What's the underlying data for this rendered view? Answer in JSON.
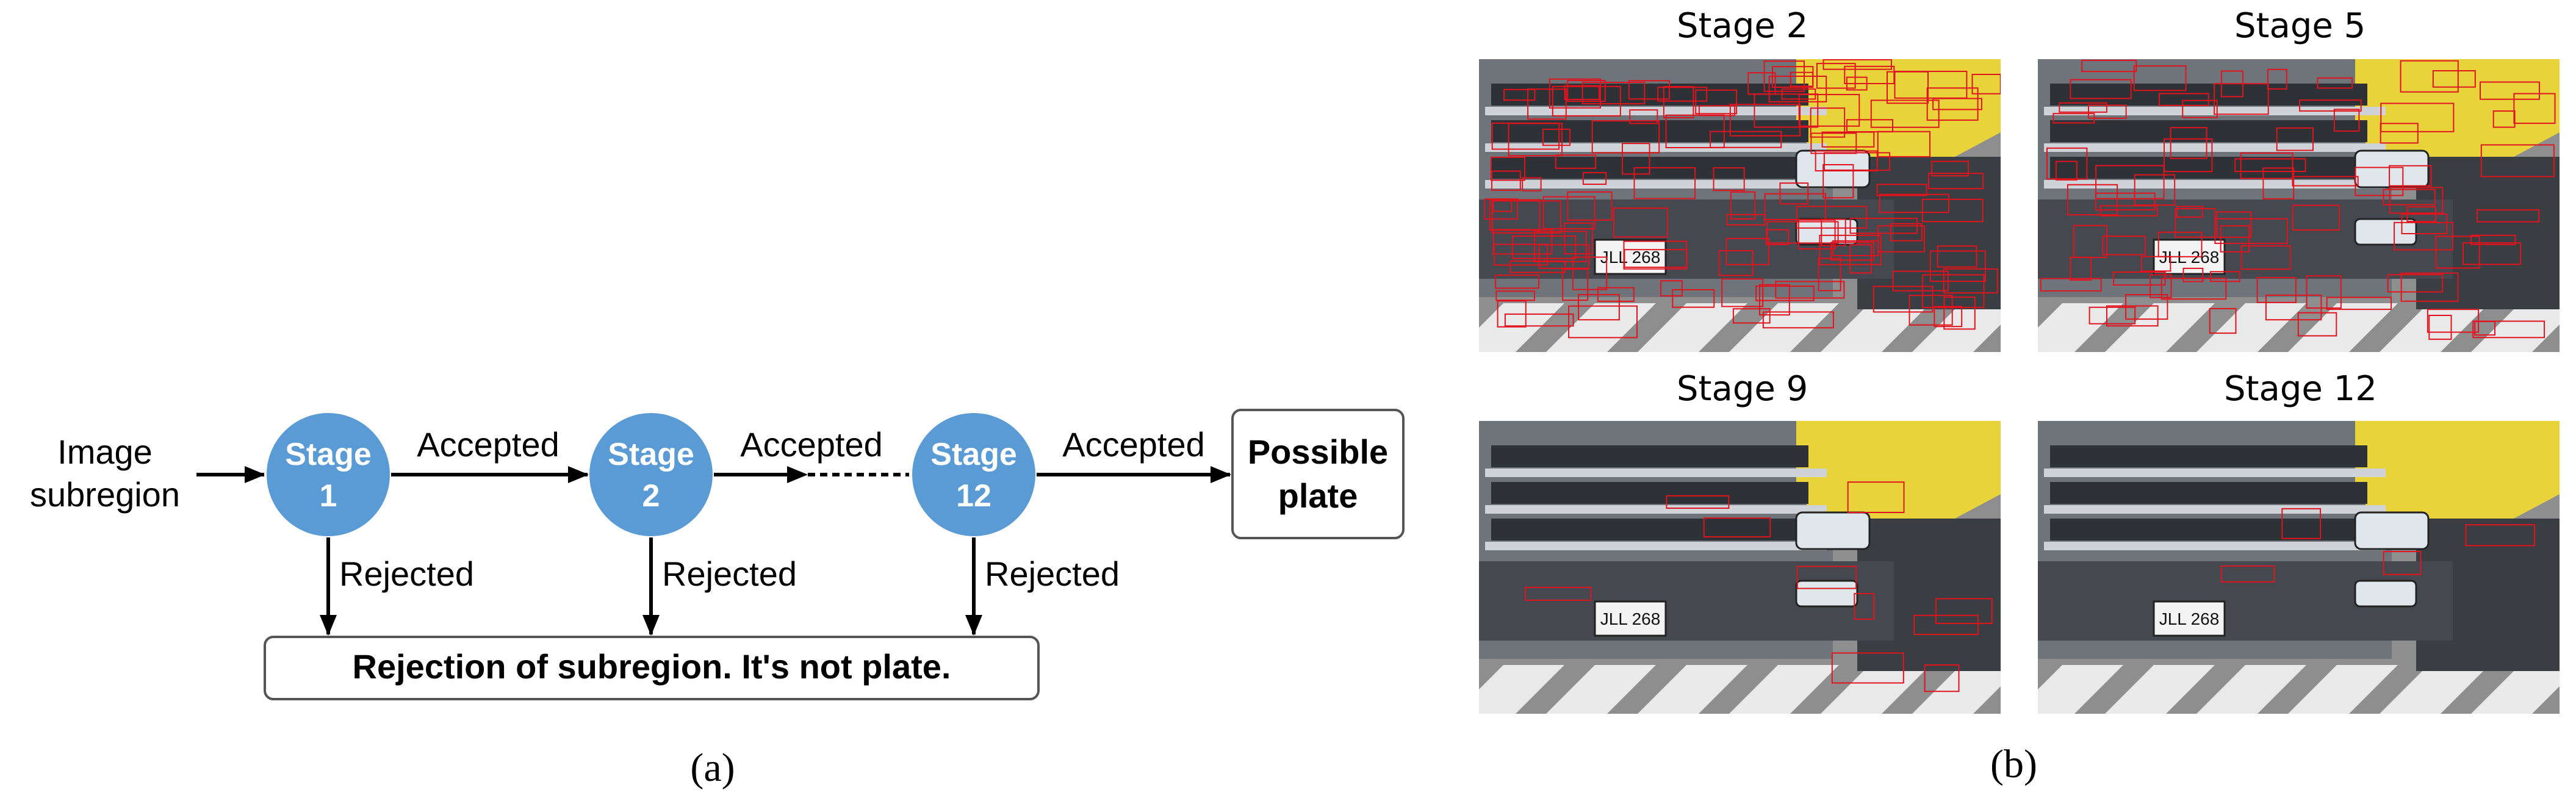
{
  "flowchart": {
    "input_label_line1": "Image",
    "input_label_line2": "subregion",
    "stages": [
      {
        "line1": "Stage",
        "line2": "1"
      },
      {
        "line1": "Stage",
        "line2": "2"
      },
      {
        "line1": "Stage",
        "line2": "12"
      }
    ],
    "accepted_label": "Accepted",
    "rejected_label": "Rejected",
    "output_line1": "Possible",
    "output_line2": "plate",
    "rejection_box": "Rejection of subregion. It's not plate.",
    "stage_color": "#5b9bd5"
  },
  "subfigure_labels": {
    "a": "(a)",
    "b": "(b)"
  },
  "panels": [
    {
      "title": "Stage 2",
      "plate_text": "JLL 268"
    },
    {
      "title": "Stage 5",
      "plate_text": "JLL 268"
    },
    {
      "title": "Stage 9",
      "plate_text": "JLL 268"
    },
    {
      "title": "Stage 12",
      "plate_text": "JLL 268"
    }
  ]
}
